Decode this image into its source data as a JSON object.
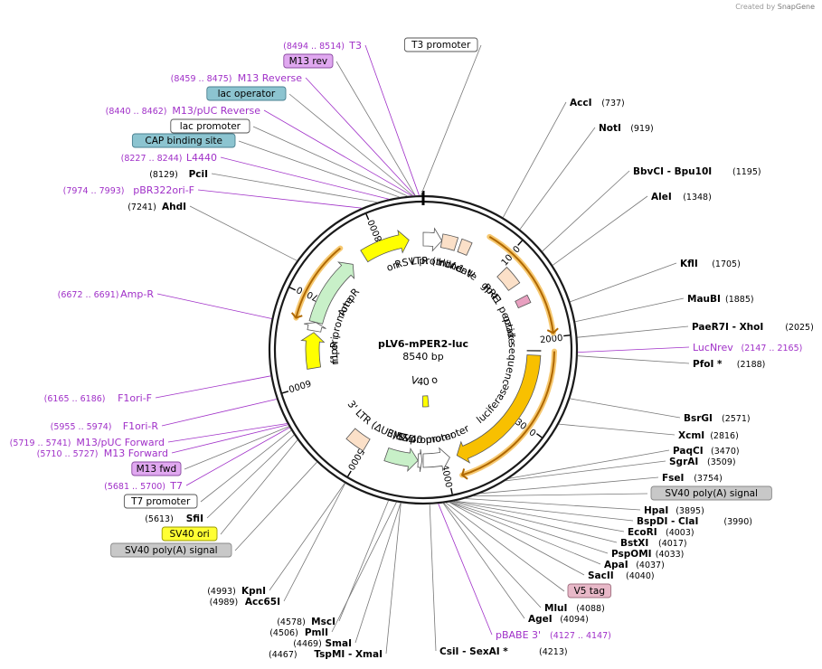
{
  "title": "pLV6-mPER2-luc",
  "length_label": "8540 bp",
  "length": 8540,
  "brand": {
    "prefix": "Created by",
    "name": "SnapGene"
  },
  "ticks": [
    1000,
    2000,
    3000,
    4000,
    5000,
    6000,
    7000,
    8000
  ],
  "colors": {
    "enzyme": "#000000",
    "primer": "#a030c8",
    "backbone": "#1a1a1a",
    "grey_label_bg": "#c8c8c8",
    "purple_label_bg": "#d8a0e8",
    "teal_label_bg": "#7fb8c8",
    "yellow_label_bg": "#ffff33",
    "pink_label_bg": "#e8b8c8"
  },
  "features": [
    {
      "name": "RSV promoter",
      "start": 8540,
      "end": 230,
      "color": "#ffffff",
      "arrow": "cw"
    },
    {
      "name": "5' LTR (truncated)",
      "start": 230,
      "end": 410,
      "color": "#fbe0c8",
      "arrow": "none"
    },
    {
      "name": "HIV-1 Ψ",
      "start": 457,
      "end": 583,
      "color": "#fbe0c8",
      "arrow": "none"
    },
    {
      "name": "RRE",
      "start": 1075,
      "end": 1309,
      "color": "#fbe0c8",
      "arrow": "none"
    },
    {
      "name": "gp41 peptide",
      "start": 1475,
      "end": 1570,
      "color": "#e8a0c0",
      "arrow": "none"
    },
    {
      "name": "Kozak sequence",
      "start": 2140,
      "end": 2150,
      "color": "#888888",
      "arrow": "none"
    },
    {
      "name": "luciferase",
      "start": 2200,
      "end": 3850,
      "color": "#f8c000",
      "arrow": "cw"
    },
    {
      "name": "SV40 promoter",
      "start": 3940,
      "end": 4270,
      "color": "#ffffff",
      "arrow": "ccw"
    },
    {
      "name": "EM7 promoter",
      "start": 4285,
      "end": 4333,
      "color": "#ffffff",
      "arrow": "ccw"
    },
    {
      "name": "BSD",
      "start": 4334,
      "end": 4730,
      "color": "#c8f0c8",
      "arrow": "ccw"
    },
    {
      "name": "3' LTR (ΔU3)",
      "start": 5000,
      "end": 5240,
      "color": "#fbe0c8",
      "arrow": "none"
    },
    {
      "name": "f1 ori",
      "start": 6180,
      "end": 6620,
      "color": "#ffff00",
      "arrow": "cw"
    },
    {
      "name": "AmpR promoter",
      "start": 6640,
      "end": 6745,
      "color": "#ffffff",
      "arrow": "cw"
    },
    {
      "name": "AmpR",
      "start": 6746,
      "end": 7606,
      "color": "#c8f0c8",
      "arrow": "cw"
    },
    {
      "name": "ori",
      "start": 7777,
      "end": 8365,
      "color": "#ffff00",
      "arrow": "cw"
    }
  ],
  "inner_features": [
    {
      "name": "SV40 ori",
      "start": 4140,
      "end": 4280,
      "color": "#ffff00"
    }
  ],
  "orf_arcs": [
    {
      "start": 720,
      "end": 1960,
      "dir": "cw"
    },
    {
      "start": 2150,
      "end": 3860,
      "dir": "cw"
    },
    {
      "start": 6740,
      "end": 7610,
      "dir": "ccw"
    }
  ],
  "right_labels": [
    {
      "name": "AccI",
      "pos": "(737)",
      "kind": "enzyme"
    },
    {
      "name": "NotI",
      "pos": "(919)",
      "kind": "enzyme"
    },
    {
      "name": "BbvCI",
      "name2": "- Bpu10I",
      "pos": "(1195)",
      "kind": "enzyme"
    },
    {
      "name": "AleI",
      "pos": "(1348)",
      "kind": "enzyme"
    },
    {
      "name": "KflI",
      "pos": "(1705)",
      "kind": "enzyme"
    },
    {
      "name": "MauBI",
      "pos": "(1885)",
      "kind": "enzyme"
    },
    {
      "name": "PaeR7I",
      "name2": "- XhoI",
      "pos": "(2025)",
      "kind": "enzyme"
    },
    {
      "name": "LucNrev",
      "pos": "(2147 .. 2165)",
      "kind": "primer"
    },
    {
      "name": "PfoI *",
      "pos": "(2188)",
      "kind": "enzyme"
    },
    {
      "name": "BsrGI",
      "pos": "(2571)",
      "kind": "enzyme"
    },
    {
      "name": "XcmI",
      "pos": "(2816)",
      "kind": "enzyme"
    },
    {
      "name": "PaqCI",
      "pos": "(3470)",
      "kind": "enzyme"
    },
    {
      "name": "SgrAI",
      "pos": "(3509)",
      "kind": "enzyme"
    },
    {
      "name": "FseI",
      "pos": "(3754)",
      "kind": "enzyme"
    },
    {
      "name": "SV40 poly(A) signal",
      "pos": "",
      "kind": "box-grey"
    },
    {
      "name": "HpaI",
      "pos": "(3895)",
      "kind": "enzyme"
    },
    {
      "name": "BspDI",
      "name2": "- ClaI",
      "pos": "(3990)",
      "kind": "enzyme"
    },
    {
      "name": "EcoRI",
      "pos": "(4003)",
      "kind": "enzyme"
    },
    {
      "name": "BstXI",
      "pos": "(4017)",
      "kind": "enzyme"
    },
    {
      "name": "PspOMI",
      "pos": "(4033)",
      "kind": "enzyme"
    },
    {
      "name": "ApaI",
      "pos": "(4037)",
      "kind": "enzyme"
    },
    {
      "name": "SacII",
      "pos": "(4040)",
      "kind": "enzyme"
    },
    {
      "name": "V5 tag",
      "pos": "",
      "kind": "box-pink"
    },
    {
      "name": "MluI",
      "pos": "(4088)",
      "kind": "enzyme"
    },
    {
      "name": "AgeI",
      "pos": "(4094)",
      "kind": "enzyme"
    },
    {
      "name": "pBABE 3'",
      "pos": "(4127 .. 4147)",
      "kind": "primer"
    },
    {
      "name": "CsiI",
      "name2": "- SexAI *",
      "pos": "(4213)",
      "kind": "enzyme"
    }
  ],
  "left_labels": [
    {
      "name": "T3",
      "pos": "(8494 .. 8514)",
      "kind": "primer"
    },
    {
      "name": "T3 promoter",
      "pos": "",
      "kind": "box-white"
    },
    {
      "name": "M13 rev",
      "pos": "",
      "kind": "box-purple"
    },
    {
      "name": "M13 Reverse",
      "pos": "(8459 .. 8475)",
      "kind": "primer"
    },
    {
      "name": "lac operator",
      "pos": "",
      "kind": "box-teal"
    },
    {
      "name": "M13/pUC Reverse",
      "pos": "(8440 .. 8462)",
      "kind": "primer"
    },
    {
      "name": "lac promoter",
      "pos": "",
      "kind": "box-white"
    },
    {
      "name": "CAP binding site",
      "pos": "",
      "kind": "box-teal"
    },
    {
      "name": "L4440",
      "pos": "(8227 .. 8244)",
      "kind": "primer"
    },
    {
      "name": "PciI",
      "pos": "(8129)",
      "kind": "enzyme"
    },
    {
      "name": "pBR322ori-F",
      "pos": "(7974 .. 7993)",
      "kind": "primer"
    },
    {
      "name": "AhdI",
      "pos": "(7241)",
      "kind": "enzyme"
    },
    {
      "name": "Amp-R",
      "pos": "(6672 .. 6691)",
      "kind": "primer"
    },
    {
      "name": "F1ori-F",
      "pos": "(6165 .. 6186)",
      "kind": "primer"
    },
    {
      "name": "F1ori-R",
      "pos": "(5955 .. 5974)",
      "kind": "primer"
    },
    {
      "name": "M13/pUC Forward",
      "pos": "(5719 .. 5741)",
      "kind": "primer"
    },
    {
      "name": "M13 Forward",
      "pos": "(5710 .. 5727)",
      "kind": "primer"
    },
    {
      "name": "M13 fwd",
      "pos": "",
      "kind": "box-purple"
    },
    {
      "name": "T7",
      "pos": "(5681 .. 5700)",
      "kind": "primer"
    },
    {
      "name": "T7 promoter",
      "pos": "",
      "kind": "box-white"
    },
    {
      "name": "SfiI",
      "pos": "(5613)",
      "kind": "enzyme"
    },
    {
      "name": "SV40 ori",
      "pos": "",
      "kind": "box-yellow"
    },
    {
      "name": "SV40 poly(A) signal",
      "pos": "",
      "kind": "box-grey"
    },
    {
      "name": "KpnI",
      "pos": "(4993)",
      "kind": "enzyme"
    },
    {
      "name": "Acc65I",
      "pos": "(4989)",
      "kind": "enzyme"
    },
    {
      "name": "MscI",
      "pos": "(4578)",
      "kind": "enzyme"
    },
    {
      "name": "PmlI",
      "pos": "(4506)",
      "kind": "enzyme"
    },
    {
      "name": "SmaI",
      "pos": "(4469)",
      "kind": "enzyme"
    },
    {
      "name": "TspMI",
      "name2": "- XmaI",
      "pos": "(4467)",
      "kind": "enzyme"
    }
  ]
}
